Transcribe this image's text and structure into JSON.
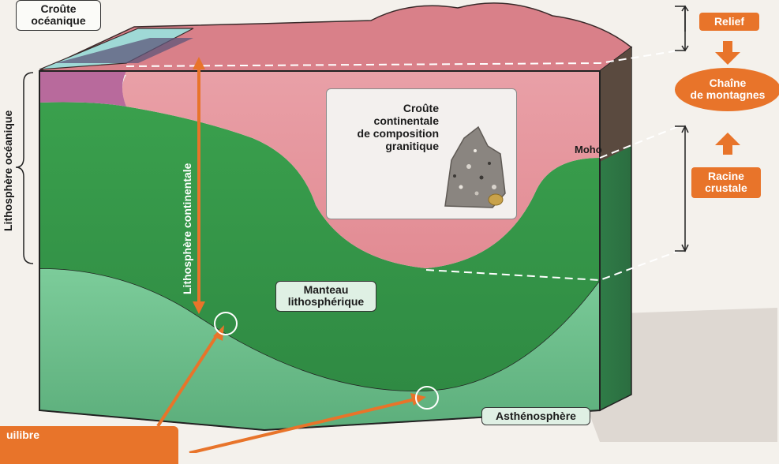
{
  "labels": {
    "oceanic_crust": "Croûte\nocéanique",
    "oceanic_lithosphere": "Lithosphère océanique",
    "continental_lithosphere": "Lithosphère continentale",
    "continental_crust": "Croûte\ncontinentale\nde composition\ngranitique",
    "moho": "Moho",
    "relief": "Relief",
    "mountain_chain": "Chaîne\nde montagnes",
    "crustal_root": "Racine\ncrustale",
    "lithospheric_mantle": "Manteau\nlithosphérique",
    "asthenosphere": "Asthénosphère",
    "equilibrium": "uilibre"
  },
  "colors": {
    "crust_pink": "#e79aa0",
    "crust_top": "#d97f87",
    "ocean_crust": "#b86a9c",
    "lithosphere_green": "#3f9a4f",
    "asthenosphere_green": "#7ec79a",
    "accent_orange": "#e8742a",
    "side_dark": "#5a4a3f"
  },
  "icons": {
    "rock_sample": "granite-rock-icon",
    "arrow": "orange-arrow-icon",
    "circle_marker": "circle-marker-icon"
  }
}
